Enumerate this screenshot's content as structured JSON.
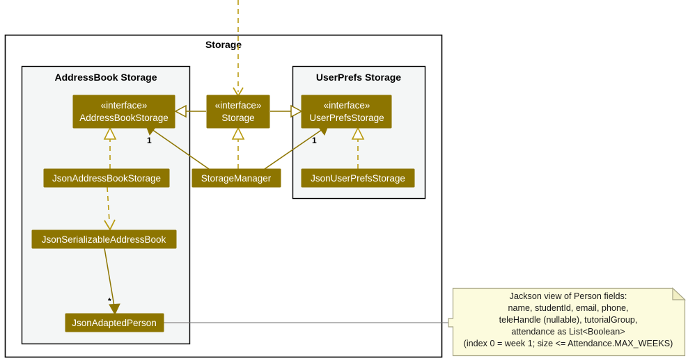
{
  "diagram": {
    "type": "uml-class-diagram",
    "title": "Storage",
    "background_color": "#ffffff",
    "accent_color": "#8d7500",
    "dashed_color": "#b99b10",
    "note_color": "#fcfbdd"
  },
  "packages": {
    "outer": {
      "title": "Storage"
    },
    "addressbook": {
      "title": "AddressBook Storage"
    },
    "userprefs": {
      "title": "UserPrefs Storage"
    }
  },
  "classes": {
    "address_book_storage": {
      "stereotype": "«interface»",
      "name": "AddressBookStorage"
    },
    "storage": {
      "stereotype": "«interface»",
      "name": "Storage"
    },
    "user_prefs_storage": {
      "stereotype": "«interface»",
      "name": "UserPrefsStorage"
    },
    "json_address_book_storage": {
      "name": "JsonAddressBookStorage"
    },
    "storage_manager": {
      "name": "StorageManager"
    },
    "json_user_prefs_storage": {
      "name": "JsonUserPrefsStorage"
    },
    "json_serializable_address_book": {
      "name": "JsonSerializableAddressBook"
    },
    "json_adapted_person": {
      "name": "JsonAdaptedPerson"
    }
  },
  "multiplicities": {
    "address_book_one": "1",
    "user_prefs_one": "1",
    "adapted_person_many": "*"
  },
  "note": {
    "lines": [
      "Jackson view of Person fields:",
      "name, studentId, email, phone,",
      "teleHandle (nullable), tutorialGroup,",
      "attendance as List<Boolean>",
      "(index 0 = week 1; size <= Attendance.MAX_WEEKS)"
    ]
  }
}
